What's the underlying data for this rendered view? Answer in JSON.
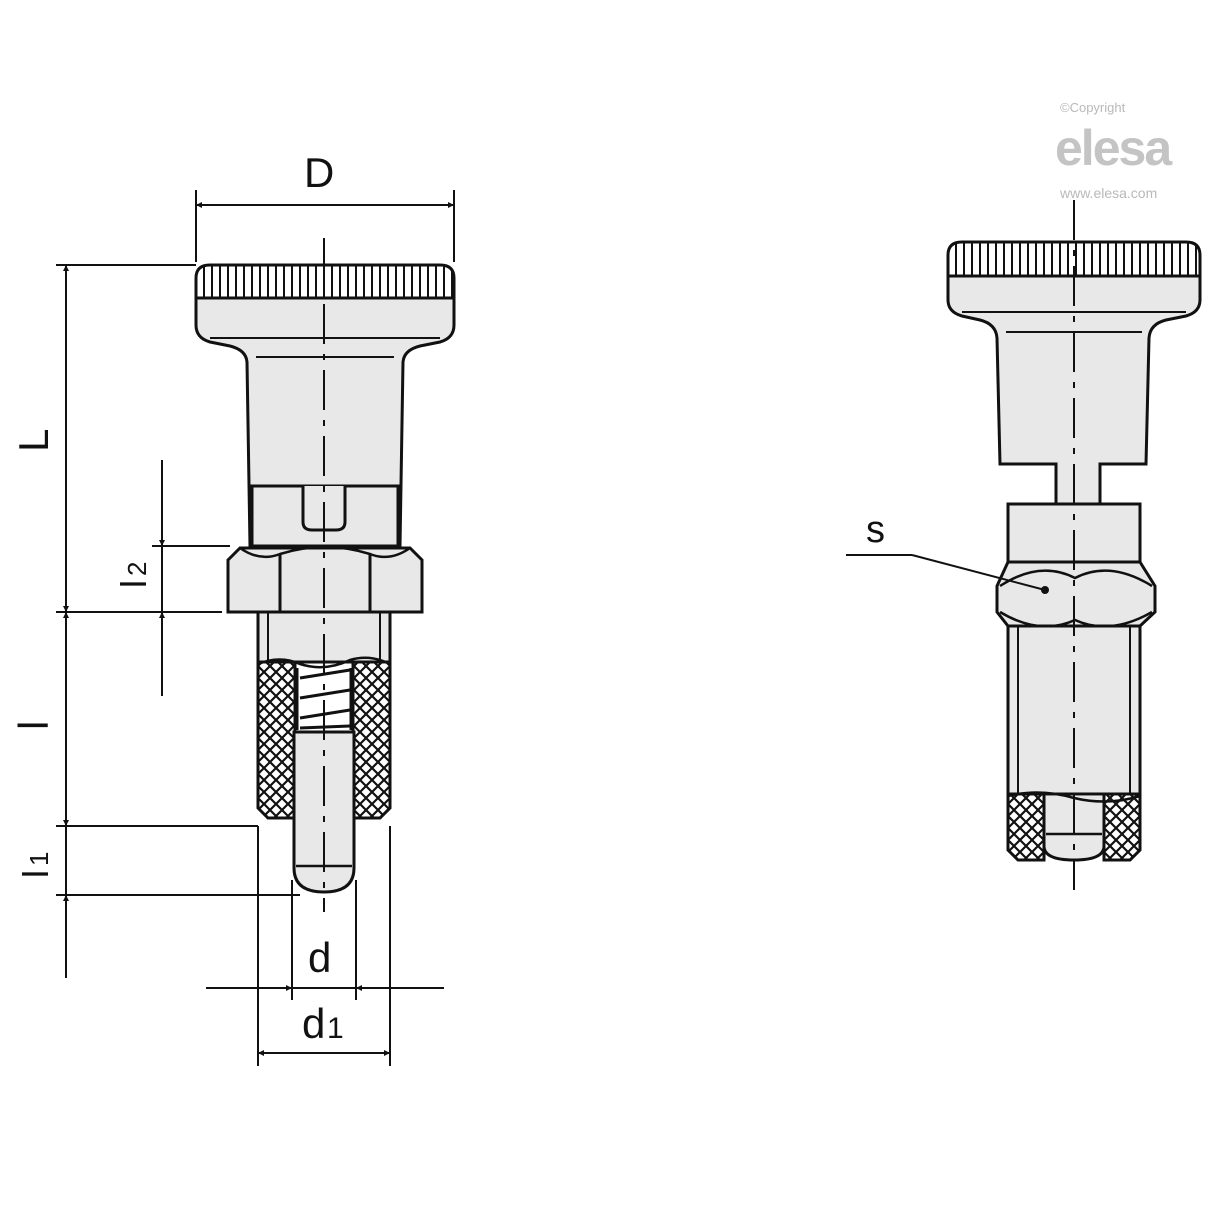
{
  "watermark": {
    "copyright": "©Copyright",
    "brand": "elesa",
    "url": "www.elesa.com"
  },
  "colors": {
    "line": "#111111",
    "fill": "#e8e8e8",
    "background": "#ffffff",
    "watermark": "#c4c4c4"
  },
  "front_view": {
    "dimensions": {
      "D": "D",
      "L": "L",
      "l2": "l",
      "l2_sub": "2",
      "l": "l",
      "l1": "l",
      "l1_sub": "1",
      "d": "d",
      "d1": "d",
      "d1_sub": "1"
    }
  },
  "side_view": {
    "callouts": {
      "s": "s"
    }
  }
}
